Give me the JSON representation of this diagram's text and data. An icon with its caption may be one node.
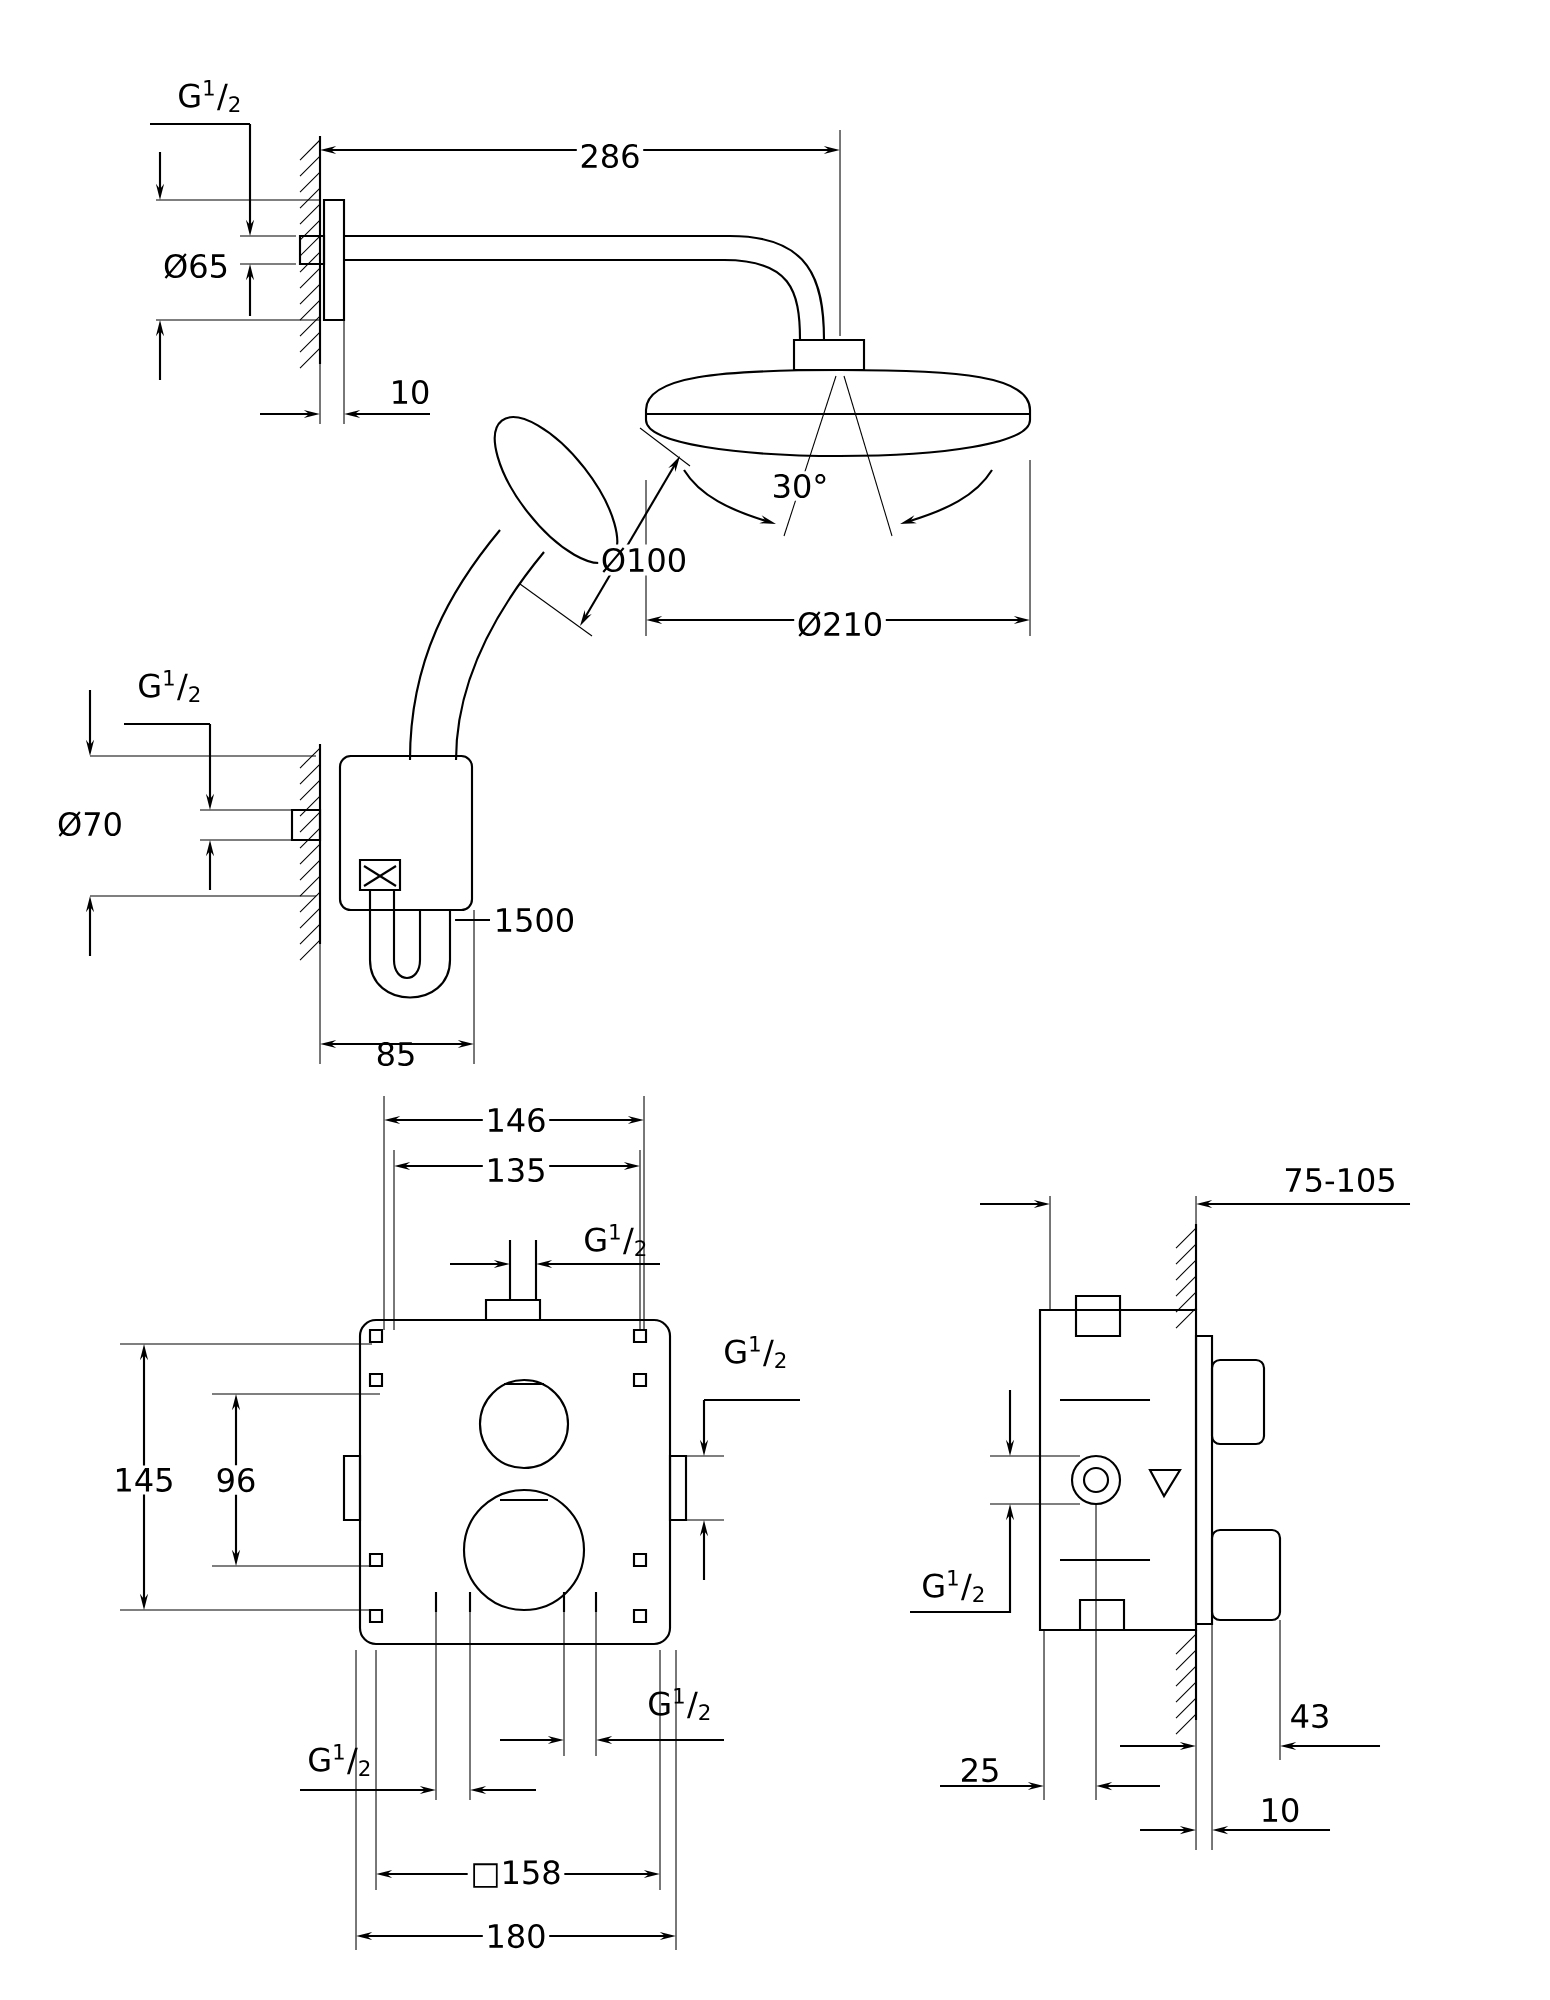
{
  "diagram": {
    "nodes": [
      {
        "text": [
          "1500"
        ]
      },
      {
        "text": [],
        "shape": "picture"
      }
    ],
    "edges": [
      {
        "from": 0,
        "to": 1,
        "arrow": "none"
      }
    ],
    "labels": [
      "G$^{1}$/$_{2}$",
      "286",
      "Ø65",
      "10",
      "30°",
      "Ø100",
      "Ø210",
      "G$^{1}$/$_{2}$",
      "Ø70",
      "85",
      "146",
      "135",
      "75-105",
      "G$^{1}$/$_{2}$",
      "G$^{1}$/$_{2}$",
      "145",
      "96",
      "G$^{1}$/$_{2}$",
      "G$^{1}$/$_{2}$",
      "G$^{1}$/$_{2}$",
      "25",
      "43",
      "10",
      "□158",
      "180"
    ]
  }
}
